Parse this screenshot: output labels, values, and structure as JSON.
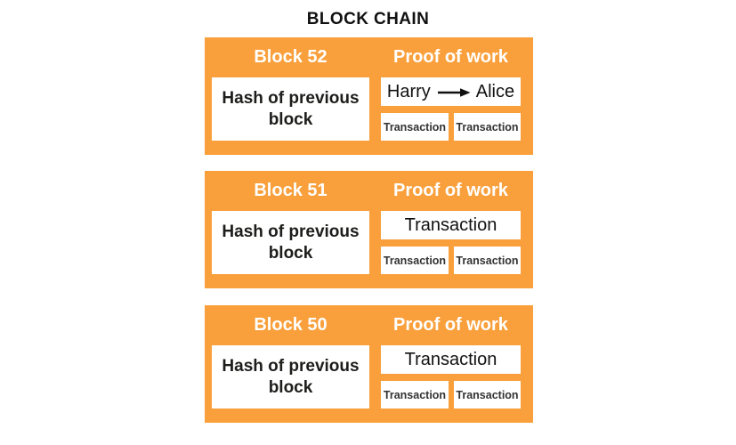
{
  "page": {
    "title": "BLOCK CHAIN",
    "background": "#ffffff"
  },
  "colors": {
    "block_orange": "#F9A03C",
    "box_white": "#ffffff",
    "header_text": "#ffffff",
    "dark_text": "#1d1d1b"
  },
  "blocks": [
    {
      "label": "Block 52",
      "proof_of_work_label": "Proof of work",
      "hash_label": "Hash of previous block",
      "main_transaction": {
        "from": "Harry",
        "to": "Alice",
        "arrow_icon": "right-arrow-icon"
      },
      "small_transactions": [
        "Transaction",
        "Transaction"
      ]
    },
    {
      "label": "Block 51",
      "proof_of_work_label": "Proof of work",
      "hash_label": "Hash of previous block",
      "main_transaction": {
        "label": "Transaction"
      },
      "small_transactions": [
        "Transaction",
        "Transaction"
      ]
    },
    {
      "label": "Block 50",
      "proof_of_work_label": "Proof of work",
      "hash_label": "Hash of previous block",
      "main_transaction": {
        "label": "Transaction"
      },
      "small_transactions": [
        "Transaction",
        "Transaction"
      ]
    }
  ]
}
